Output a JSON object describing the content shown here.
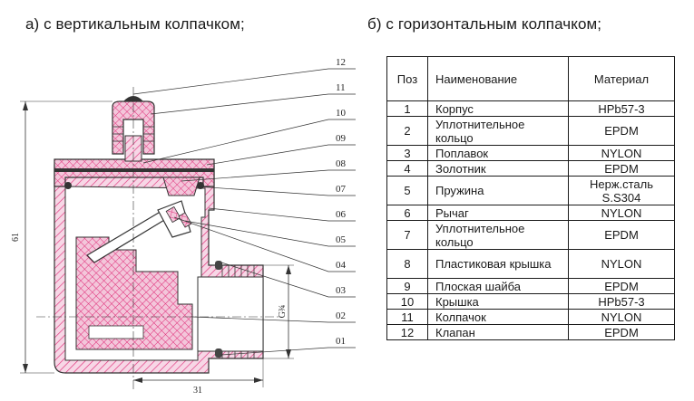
{
  "captions": {
    "a": "а) с вертикальным колпачком;",
    "b": "б) с горизонтальным колпачком;"
  },
  "callouts": [
    "12",
    "11",
    "10",
    "09",
    "08",
    "07",
    "06",
    "05",
    "04",
    "03",
    "02",
    "01"
  ],
  "dimensions": {
    "height": "61",
    "width": "31",
    "thread": "G¾"
  },
  "table": {
    "headers": {
      "pos": "Поз",
      "name": "Наименование",
      "material": "Материал"
    },
    "rows": [
      {
        "pos": "1",
        "name": "Корпус",
        "material": "HPb57-3"
      },
      {
        "pos": "2",
        "name": "Уплотнительное кольцо",
        "material": "EPDM"
      },
      {
        "pos": "3",
        "name": "Поплавок",
        "material": "NYLON"
      },
      {
        "pos": "4",
        "name": "Золотник",
        "material": "EPDM"
      },
      {
        "pos": "5",
        "name": "Пружина",
        "material": "Нерж.сталь S.S304"
      },
      {
        "pos": "6",
        "name": "Рычаг",
        "material": "NYLON"
      },
      {
        "pos": "7",
        "name": "Уплотнительное кольцо",
        "material": "EPDM"
      },
      {
        "pos": "8",
        "name": "Пластиковая крышка",
        "material": "NYLON"
      },
      {
        "pos": "9",
        "name": "Плоская шайба",
        "material": "EPDM"
      },
      {
        "pos": "10",
        "name": "Крышка",
        "material": "HPb57-3"
      },
      {
        "pos": "11",
        "name": "Колпачок",
        "material": "NYLON"
      },
      {
        "pos": "12",
        "name": "Клапан",
        "material": "EPDM"
      }
    ]
  },
  "colors": {
    "hatch": "#e0307a",
    "line": "#333333"
  }
}
